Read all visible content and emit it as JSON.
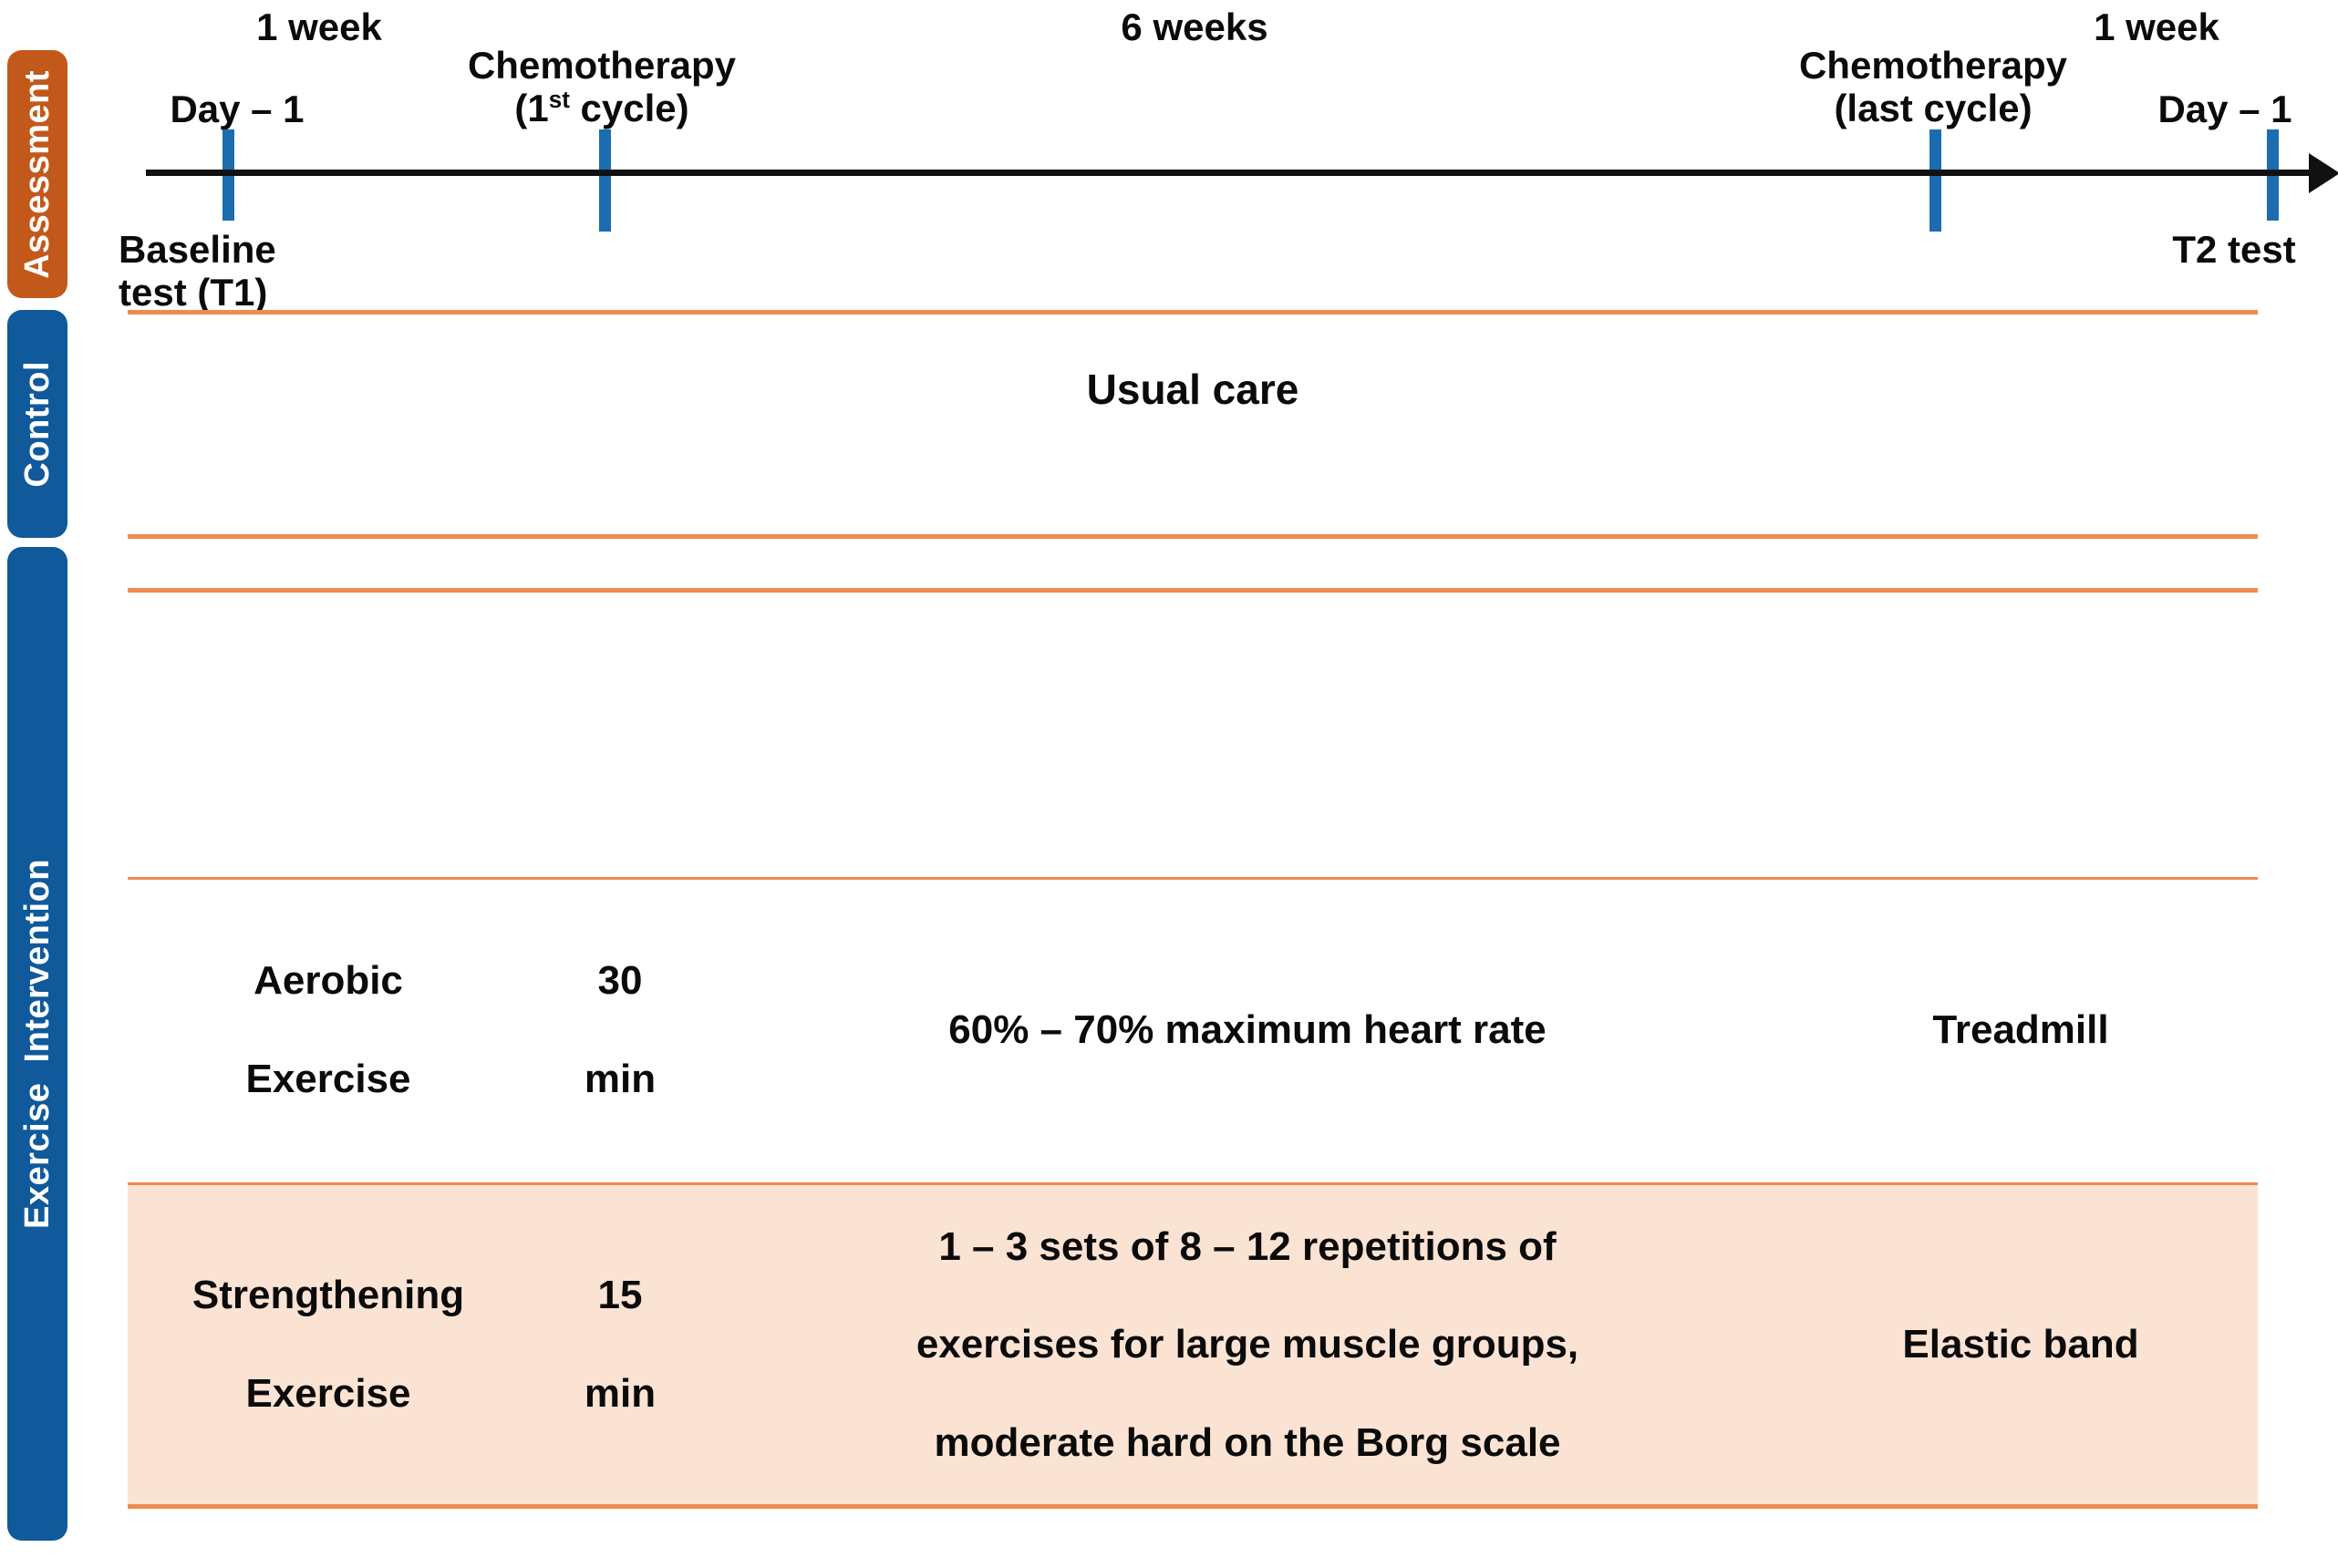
{
  "colors": {
    "assessment_band": "#C2591A",
    "group_band": "#10599B",
    "tick_blue": "#1C6CB0",
    "rule_orange": "#F08B4C",
    "highlight_row": "#FBE3D3",
    "axis_black": "#111111"
  },
  "bands": {
    "assessment": "Assessment",
    "control": "Control",
    "exercise": "Exercise  Intervention"
  },
  "timeline": {
    "spans": [
      {
        "label": "1 week"
      },
      {
        "label": "6 weeks"
      },
      {
        "label": "1 week"
      }
    ],
    "markers": [
      {
        "above": "Day – 1",
        "below": "Baseline\ntest (T1)",
        "below_line1": "Baseline",
        "below_line2": "test (T1)"
      },
      {
        "above_line1": "Chemotherapy",
        "above_line2_pre": "(1",
        "above_line2_sup": "st",
        "above_line2_post": " cycle)",
        "below": ""
      },
      {
        "above_line1": "Chemotherapy",
        "above_line2": "(last cycle)",
        "below": ""
      },
      {
        "above": "Day – 1",
        "below": "T2 test"
      }
    ]
  },
  "control": {
    "text": "Usual care"
  },
  "exercise": {
    "rows": [
      {
        "name": "Aerobic\nExercise",
        "name_line1": "Aerobic",
        "name_line2": "Exercise",
        "duration": "30\nmin",
        "duration_line1": "30",
        "duration_line2": "min",
        "description": "60% – 70% maximum heart rate",
        "equipment": "Treadmill",
        "highlighted": false
      },
      {
        "name": "Strengthening\nExercise",
        "name_line1": "Strengthening",
        "name_line2": "Exercise",
        "duration": "15\nmin",
        "duration_line1": "15",
        "duration_line2": "min",
        "description": "1 – 3 sets of 8 – 12 repetitions of\nexercises for large muscle groups,\nmoderate hard on the Borg scale",
        "description_line1": "1 – 3 sets of 8 – 12 repetitions of",
        "description_line2": "exercises for large muscle groups,",
        "description_line3": "moderate hard on the Borg scale",
        "equipment": "Elastic band",
        "highlighted": true
      }
    ]
  }
}
